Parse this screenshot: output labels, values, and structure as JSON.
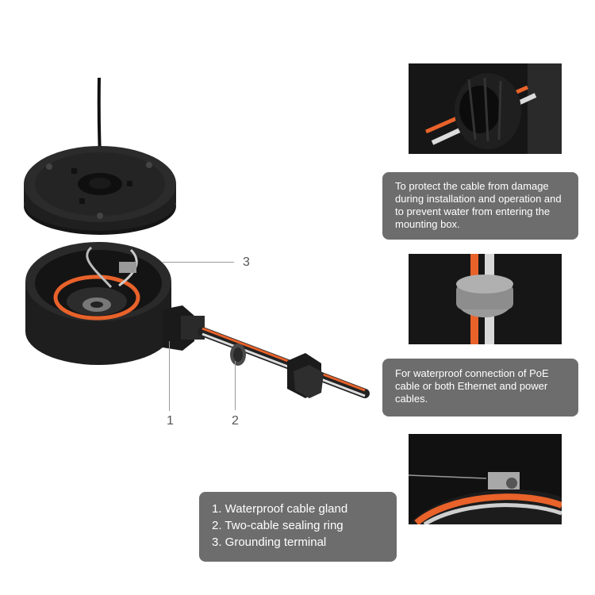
{
  "callouts": {
    "gland": "To protect the cable from damage during installation and operation and to prevent water from entering the mounting box.",
    "ring": "For waterproof connection of PoE cable or both Ethernet and power cables."
  },
  "legend": {
    "items": [
      "1. Waterproof cable gland",
      "2. Two-cable sealing ring",
      "3. Grounding terminal"
    ]
  },
  "markers": {
    "m1": "1",
    "m2": "2",
    "m3": "3"
  },
  "colors": {
    "callout_bg": "#6d6d6d",
    "cable_orange": "#e8622a",
    "device_black": "#1e1e1e"
  },
  "icons": [
    "junction-box-image",
    "cable-gland-photo",
    "sealing-ring-photo",
    "grounding-terminal-photo"
  ]
}
